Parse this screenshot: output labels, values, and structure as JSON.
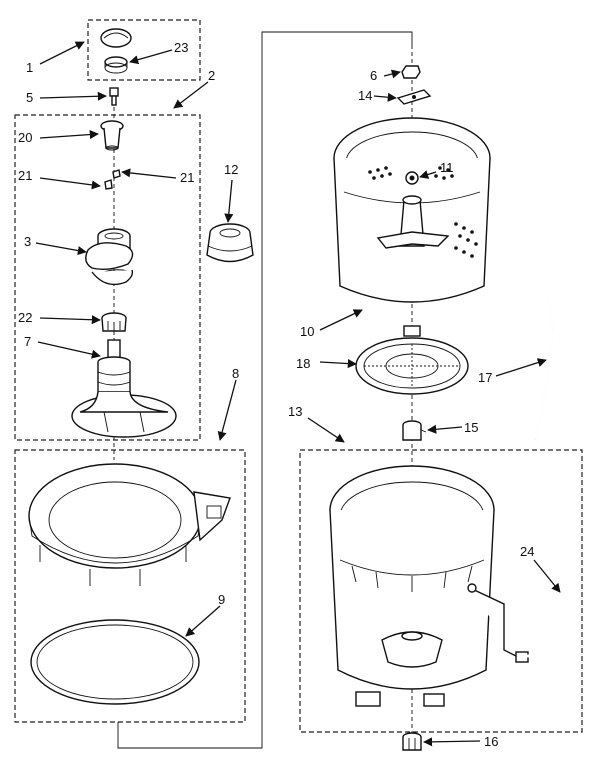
{
  "diagram": {
    "callouts": [
      "1",
      "2",
      "3",
      "5",
      "6",
      "7",
      "8",
      "9",
      "10",
      "11",
      "12",
      "13",
      "14",
      "15",
      "16",
      "17",
      "18",
      "20",
      "21",
      "21",
      "22",
      "23",
      "24"
    ]
  }
}
